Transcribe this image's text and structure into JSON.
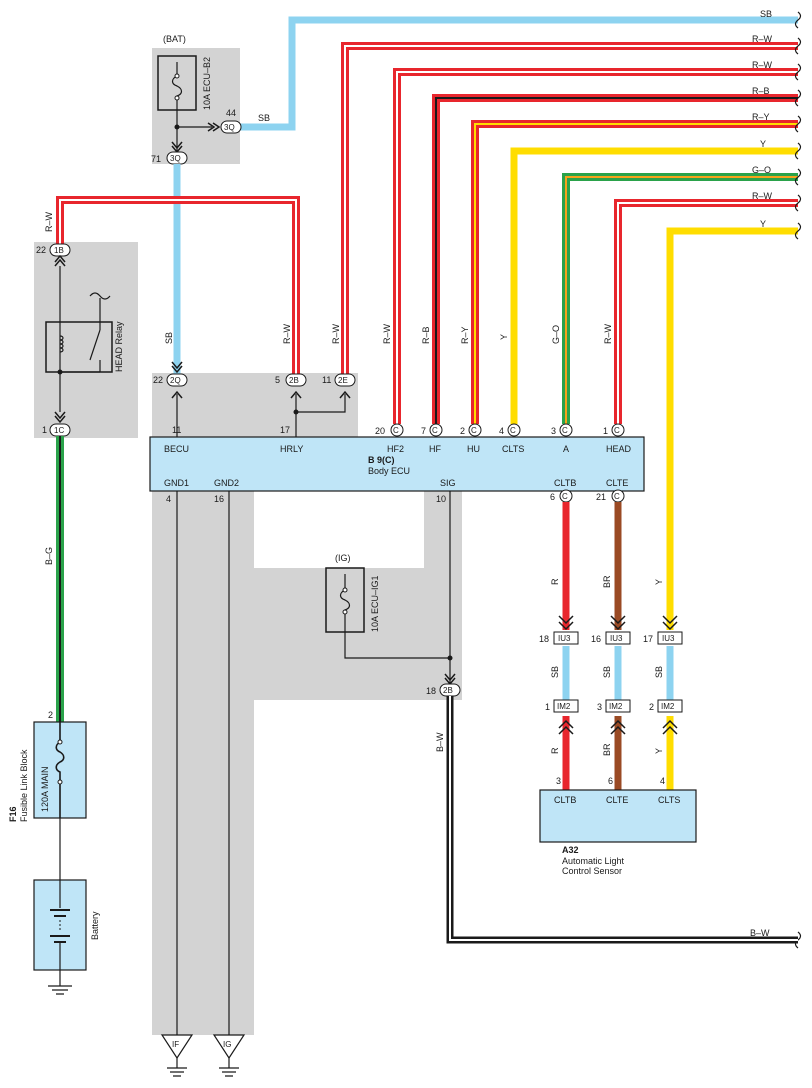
{
  "colors": {
    "SB": "#8dd3f0",
    "R": "#e8262d",
    "W": "#ffffff",
    "B": "#1a1a1a",
    "Y": "#ffdd00",
    "G": "#2aa24a",
    "O": "#f7a21b",
    "BR": "#9a4a24",
    "panel": "#d3d3d3",
    "ecu": "#bfe5f7"
  },
  "bat": {
    "label": "(BAT)",
    "fuse": "10A ECU–B2",
    "pin_top": "44",
    "conn_top": "3Q",
    "pin_bottom": "71",
    "conn_bottom": "3Q"
  },
  "ig": {
    "label": "(IG)",
    "fuse": "10A ECU–IG1",
    "pin": "18",
    "conn": "2B"
  },
  "relay": {
    "name": "HEAD Relay",
    "pin_top": "22",
    "conn_top": "1B",
    "pin_bottom": "1",
    "conn_bottom": "1C"
  },
  "ecu": {
    "code": "B 9(C)",
    "name": "Body ECU",
    "top_pins": [
      {
        "id": "becu",
        "term": "BECU",
        "pin": "11",
        "ext_pin": "22",
        "conn": "2Q",
        "wire": "SB"
      },
      {
        "id": "hrly",
        "term": "HRLY",
        "pin": "17",
        "ext_pin": "5",
        "conn": "2B",
        "wire": "R–W"
      },
      {
        "id": "hrly2e",
        "ext_pin": "11",
        "conn": "2E",
        "wire": "R–W"
      },
      {
        "id": "hf2",
        "term": "HF2",
        "pin": "20",
        "conn": "C",
        "wire": "R–W"
      },
      {
        "id": "hf",
        "term": "HF",
        "pin": "7",
        "conn": "C",
        "wire": "R–B"
      },
      {
        "id": "hu",
        "term": "HU",
        "pin": "2",
        "conn": "C",
        "wire": "R–Y"
      },
      {
        "id": "clts",
        "term": "CLTS",
        "pin": "4",
        "conn": "C",
        "wire": "Y"
      },
      {
        "id": "a",
        "term": "A",
        "pin": "3",
        "conn": "C",
        "wire": "G–O"
      },
      {
        "id": "head",
        "term": "HEAD",
        "pin": "1",
        "conn": "C",
        "wire": "R–W"
      }
    ],
    "bottom_pins": [
      {
        "id": "gnd1",
        "term": "GND1",
        "pin": "4"
      },
      {
        "id": "gnd2",
        "term": "GND2",
        "pin": "16"
      },
      {
        "id": "sig",
        "term": "SIG",
        "pin": "10"
      },
      {
        "id": "cltb",
        "term": "CLTB",
        "pin": "6",
        "conn": "C"
      },
      {
        "id": "clte",
        "term": "CLTE",
        "pin": "21",
        "conn": "C"
      }
    ]
  },
  "right_wires": [
    "SB",
    "R–W",
    "R–W",
    "R–B",
    "R–Y",
    "Y",
    "G–O",
    "R–W",
    "Y"
  ],
  "wire_labels": {
    "relay_in": "R–W",
    "relay_out": "B–G",
    "sig": "B–W",
    "bottom_right": "B–W",
    "bat_out": "SB"
  },
  "fusible": {
    "code": "F16",
    "name": "Fusible Link Block",
    "fuse": "120A MAIN",
    "pin": "2"
  },
  "battery": {
    "name": "Battery"
  },
  "sensor": {
    "code": "A32",
    "name_line1": "Automatic Light",
    "name_line2": "Control Sensor",
    "columns": [
      {
        "id": "cltb",
        "term": "CLTB",
        "pin": "3",
        "upper": "R",
        "iu_pin": "18",
        "iu": "IU3",
        "mid": "SB",
        "im_pin": "1",
        "im": "IM2",
        "lower": "R"
      },
      {
        "id": "clte",
        "term": "CLTE",
        "pin": "6",
        "upper": "BR",
        "iu_pin": "16",
        "iu": "IU3",
        "mid": "SB",
        "im_pin": "3",
        "im": "IM2",
        "lower": "BR"
      },
      {
        "id": "clts",
        "term": "CLTS",
        "pin": "4",
        "upper": "Y",
        "iu_pin": "17",
        "iu": "IU3",
        "mid": "SB",
        "im_pin": "2",
        "im": "IM2",
        "lower": "Y"
      }
    ]
  },
  "grounds": [
    {
      "id": "if",
      "label": "IF"
    },
    {
      "id": "ig",
      "label": "IG"
    }
  ]
}
